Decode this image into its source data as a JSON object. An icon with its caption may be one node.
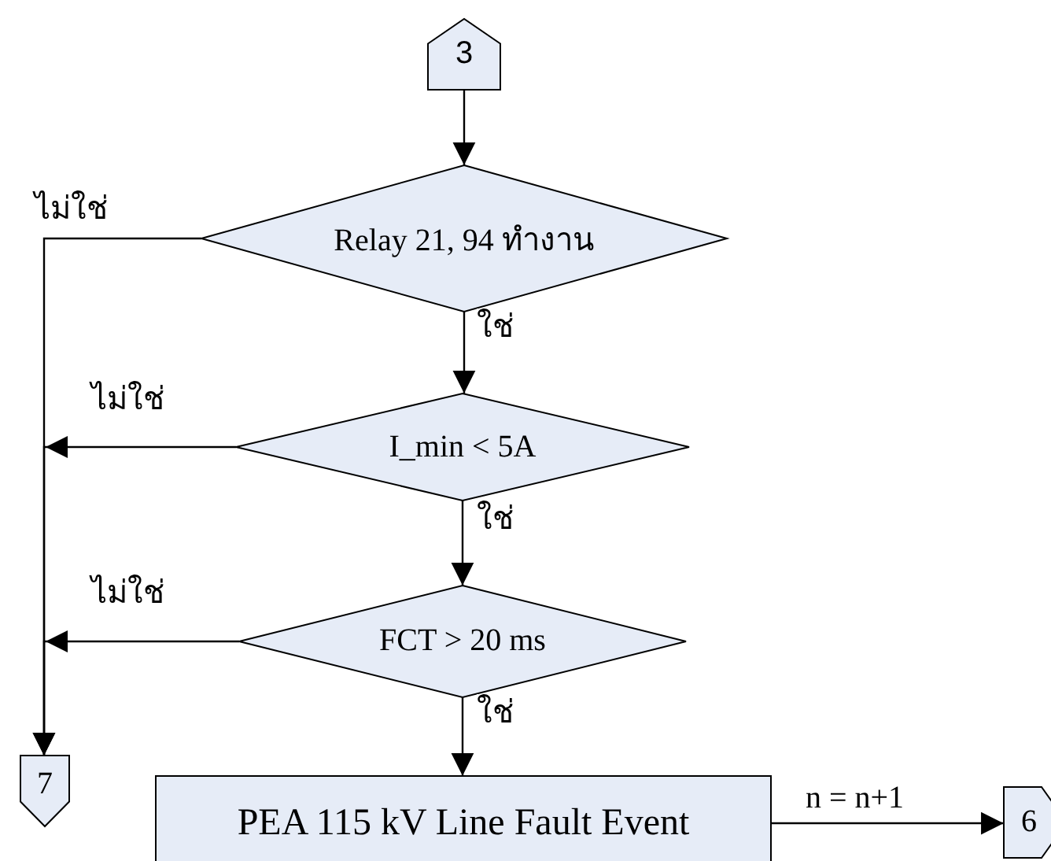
{
  "diagram": {
    "nodes": [
      {
        "text": [
          "3"
        ]
      },
      {
        "text": [
          "Relay 21, 94 ทำงาน"
        ]
      },
      {
        "text": [
          "I_min < 5A"
        ]
      },
      {
        "text": [
          "FCT > 20 ms"
        ]
      },
      {
        "text": [
          "7"
        ]
      },
      {
        "text": [
          "PEA 115 kV Line  Fault Event"
        ]
      },
      {
        "text": [
          "6"
        ]
      }
    ],
    "edges": [
      {
        "from": 0,
        "to": 1,
        "arrow": "to"
      },
      {
        "from": 1,
        "to": 2,
        "arrow": "to",
        "label": "ใช่"
      },
      {
        "from": 2,
        "to": 3,
        "arrow": "to",
        "label": "ใช่"
      },
      {
        "from": 3,
        "to": 5,
        "arrow": "to",
        "label": "ใช่"
      },
      {
        "from": 1,
        "to": 4,
        "arrow": "to",
        "label": "ไม่ใช่"
      },
      {
        "from": 2,
        "to": 4,
        "arrow": "to",
        "label": "ไม่ใช่"
      },
      {
        "from": 3,
        "to": 4,
        "arrow": "to",
        "label": "ไม่ใช่"
      },
      {
        "from": 5,
        "to": 6,
        "arrow": "to",
        "label": "n = n+1"
      }
    ]
  }
}
